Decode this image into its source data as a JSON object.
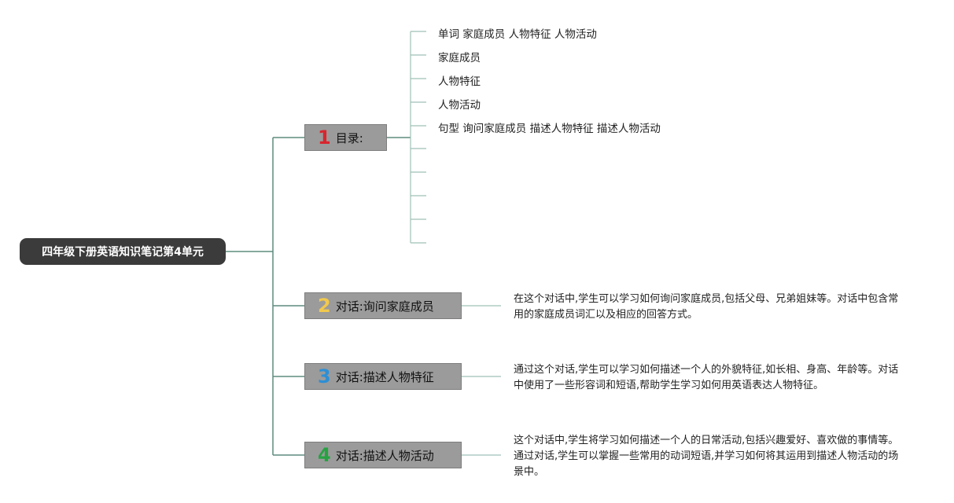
{
  "root": {
    "title": "四年级下册英语知识笔记第4单元"
  },
  "branches": [
    {
      "number": "1",
      "number_color": "#d8262e",
      "label": "目录:",
      "leaves": [
        "单词 家庭成员 人物特征 人物活动",
        "家庭成员",
        "人物特征",
        "人物活动",
        "句型 询问家庭成员 描述人物特征 描述人物活动",
        "",
        "",
        "",
        "",
        ""
      ]
    },
    {
      "number": "2",
      "number_color": "#f2c94c",
      "label": "对话:询问家庭成员",
      "description": "在这个对话中,学生可以学习如何询问家庭成员,包括父母、兄弟姐妹等。对话中包含常用的家庭成员词汇以及相应的回答方式。"
    },
    {
      "number": "3",
      "number_color": "#2d8fd5",
      "label": "对话:描述人物特征",
      "description": "通过这个对话,学生可以学习如何描述一个人的外貌特征,如长相、身高、年龄等。对话中使用了一些形容词和短语,帮助学生学习如何用英语表达人物特征。"
    },
    {
      "number": "4",
      "number_color": "#27a243",
      "label": "对话:描述人物活动",
      "description": "这个对话中,学生将学习如何描述一个人的日常活动,包括兴趣爱好、喜欢做的事情等。通过对话,学生可以掌握一些常用的动词短语,并学习如何将其运用到描述人物活动的场景中。"
    }
  ],
  "colors": {
    "line": "#5e8c7e",
    "leaf_line": "#9fc1b6",
    "root_bg": "#3b3b3b",
    "branch_bg": "#9b9b9b"
  }
}
